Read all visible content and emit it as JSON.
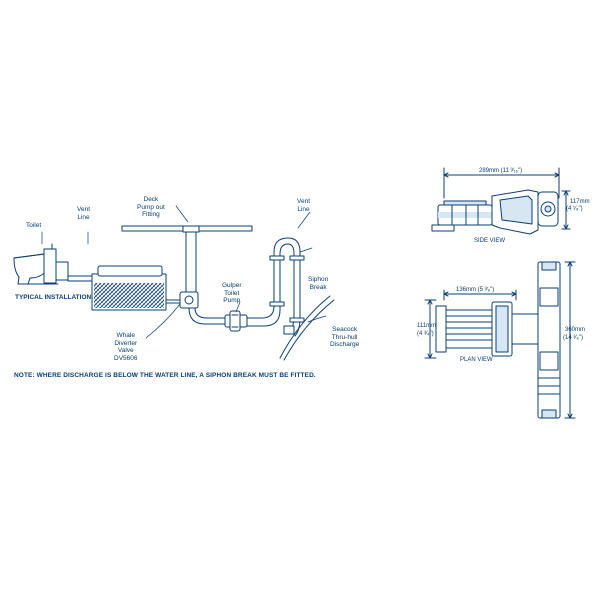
{
  "installation": {
    "toilet": "Toilet",
    "vent_line_left": [
      "Vent",
      "Line"
    ],
    "deck_pump_out": [
      "Deck",
      "Pump out",
      "Fitting"
    ],
    "vent_line_right": [
      "Vent",
      "Line"
    ],
    "typical_installation": "TYPICAL INSTALLATION.",
    "gulper_pump": [
      "Gulper",
      "Toilet",
      "Pump"
    ],
    "siphon_break": [
      "Siphon",
      "Break"
    ],
    "diverter_valve": [
      "Whale",
      "Diverter",
      "Valve",
      "DV5606"
    ],
    "seacock": [
      "Seacock",
      "Thru-hull",
      "Discharge"
    ],
    "note": "NOTE: WHERE DISCHARGE IS BELOW THE WATER LINE, A SIPHON BREAK MUST BE FITTED."
  },
  "side_view": {
    "title": "SIDE VIEW",
    "length": "289mm (11 ³⁄₁₆\")",
    "height_mm": "117mm",
    "height_in": "(4 ¹⁄₈\")"
  },
  "plan_view": {
    "title": "PLAN VIEW",
    "width": "136mm (5 ³⁄₈\")",
    "depth_mm": "111mm",
    "depth_in": "(4 ³⁄₄\")",
    "length_mm": "360mm",
    "length_in": "(14 ³⁄₈\")"
  },
  "colors": {
    "ink": "#0b3f74",
    "fill": "#d7e6f3"
  }
}
